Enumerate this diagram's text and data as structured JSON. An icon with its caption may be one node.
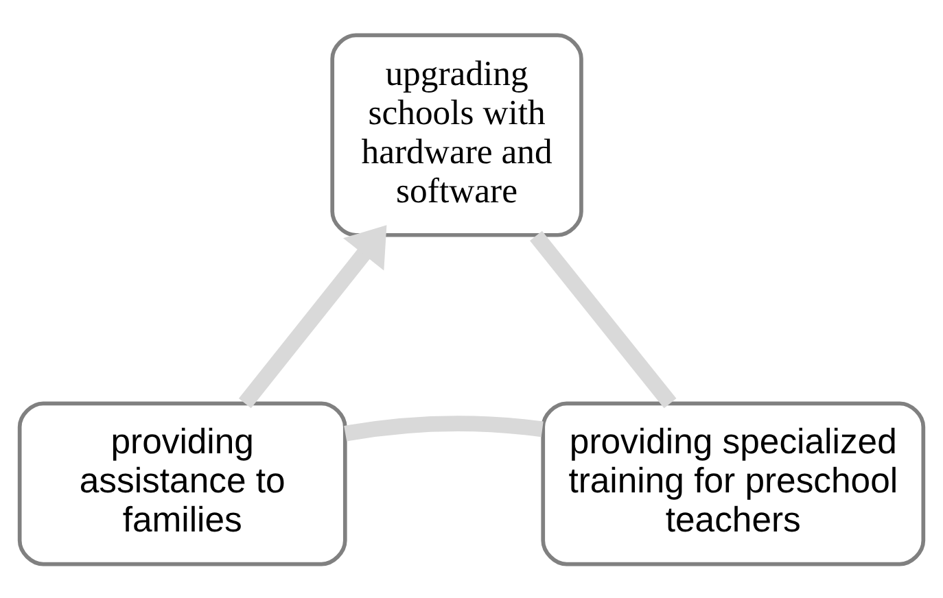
{
  "diagram": {
    "nodes": [
      {
        "text": [
          "upgrading schools with hardware and software"
        ]
      },
      {
        "text": [
          "providing specialized training for preschool teachers"
        ]
      },
      {
        "text": [
          "providing assistance to families"
        ]
      }
    ],
    "edges": [
      {
        "from": 0,
        "to": 1,
        "arrow": "none"
      },
      {
        "from": 1,
        "to": 2,
        "arrow": "none"
      },
      {
        "from": 2,
        "to": 0,
        "arrow": "to"
      }
    ]
  }
}
